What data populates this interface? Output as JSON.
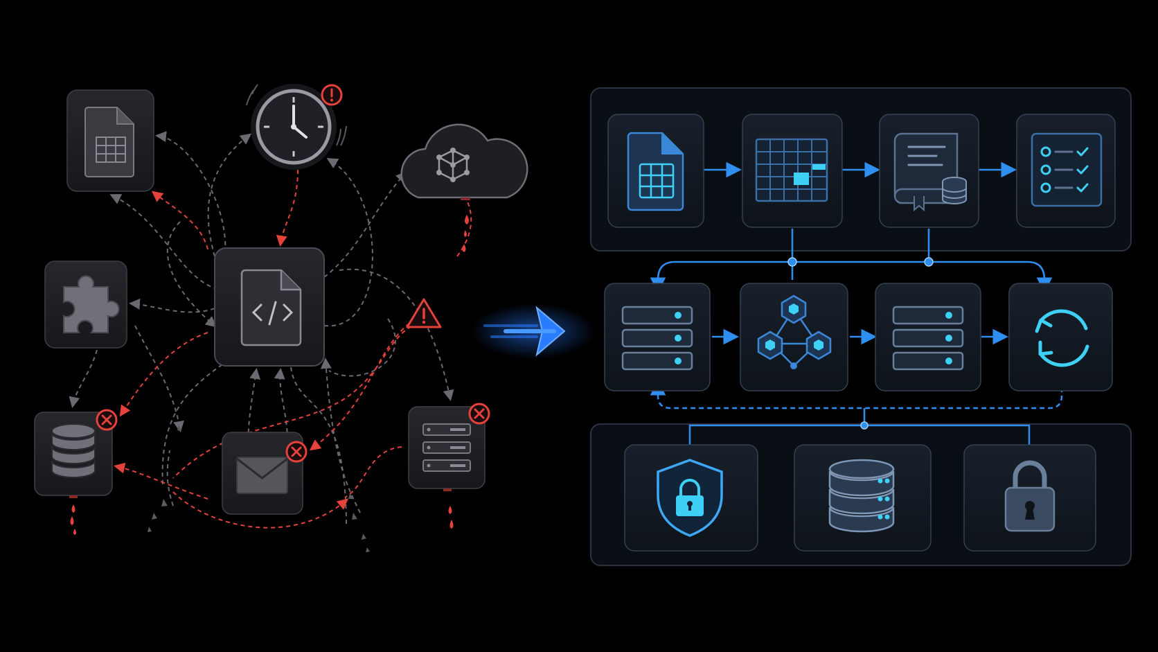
{
  "colors": {
    "background": "#000000",
    "tile_fill": "#1c1d21",
    "tile_stroke": "#3e4048",
    "icon_grey": "#6f7078",
    "messy_line": "#6a6b70",
    "error_red": "#e5423c",
    "panel_fill": "#0a0f16",
    "panel_stroke": "#2b3340",
    "blue_tile_fill": "#121820",
    "blue_tile_stroke": "#364150",
    "accent_blue": "#2f8ff0",
    "bright_cyan": "#3fd0f5",
    "transition_arrow": "#2a7bff"
  },
  "left_messy_side": {
    "nodes": [
      {
        "name": "spreadsheet-file-node",
        "icon": "spreadsheet-file-icon",
        "status": "ok"
      },
      {
        "name": "clock-node",
        "icon": "clock-icon",
        "status": "alert"
      },
      {
        "name": "cloud-network-node",
        "icon": "cloud-network-icon",
        "status": "leaking"
      },
      {
        "name": "puzzle-node",
        "icon": "puzzle-piece-icon",
        "status": "ok"
      },
      {
        "name": "code-file-node",
        "icon": "code-file-icon",
        "status": "hub"
      },
      {
        "name": "database-node",
        "icon": "database-icon",
        "status": "failed"
      },
      {
        "name": "email-node",
        "icon": "envelope-icon",
        "status": "failed"
      },
      {
        "name": "server-node",
        "icon": "server-rack-icon",
        "status": "failed"
      },
      {
        "name": "warning-node",
        "icon": "warning-triangle-icon",
        "status": "warning"
      }
    ]
  },
  "transition": {
    "icon": "arrow-right-icon"
  },
  "right_clean_side": {
    "top_panel": [
      {
        "name": "spreadsheet-file-step",
        "icon": "spreadsheet-file-icon"
      },
      {
        "name": "data-grid-step",
        "icon": "data-grid-icon"
      },
      {
        "name": "catalog-book-step",
        "icon": "book-database-icon"
      },
      {
        "name": "checklist-step",
        "icon": "checklist-icon"
      }
    ],
    "middle_row": [
      {
        "name": "server-stack-step-1",
        "icon": "server-stack-icon"
      },
      {
        "name": "node-graph-step",
        "icon": "hexagon-network-icon"
      },
      {
        "name": "server-stack-step-2",
        "icon": "server-stack-icon"
      },
      {
        "name": "sync-step",
        "icon": "refresh-cycle-icon"
      }
    ],
    "bottom_panel": [
      {
        "name": "shield-lock-tile",
        "icon": "shield-lock-icon"
      },
      {
        "name": "database-server-tile",
        "icon": "database-server-icon"
      },
      {
        "name": "padlock-tile",
        "icon": "padlock-icon"
      }
    ]
  }
}
